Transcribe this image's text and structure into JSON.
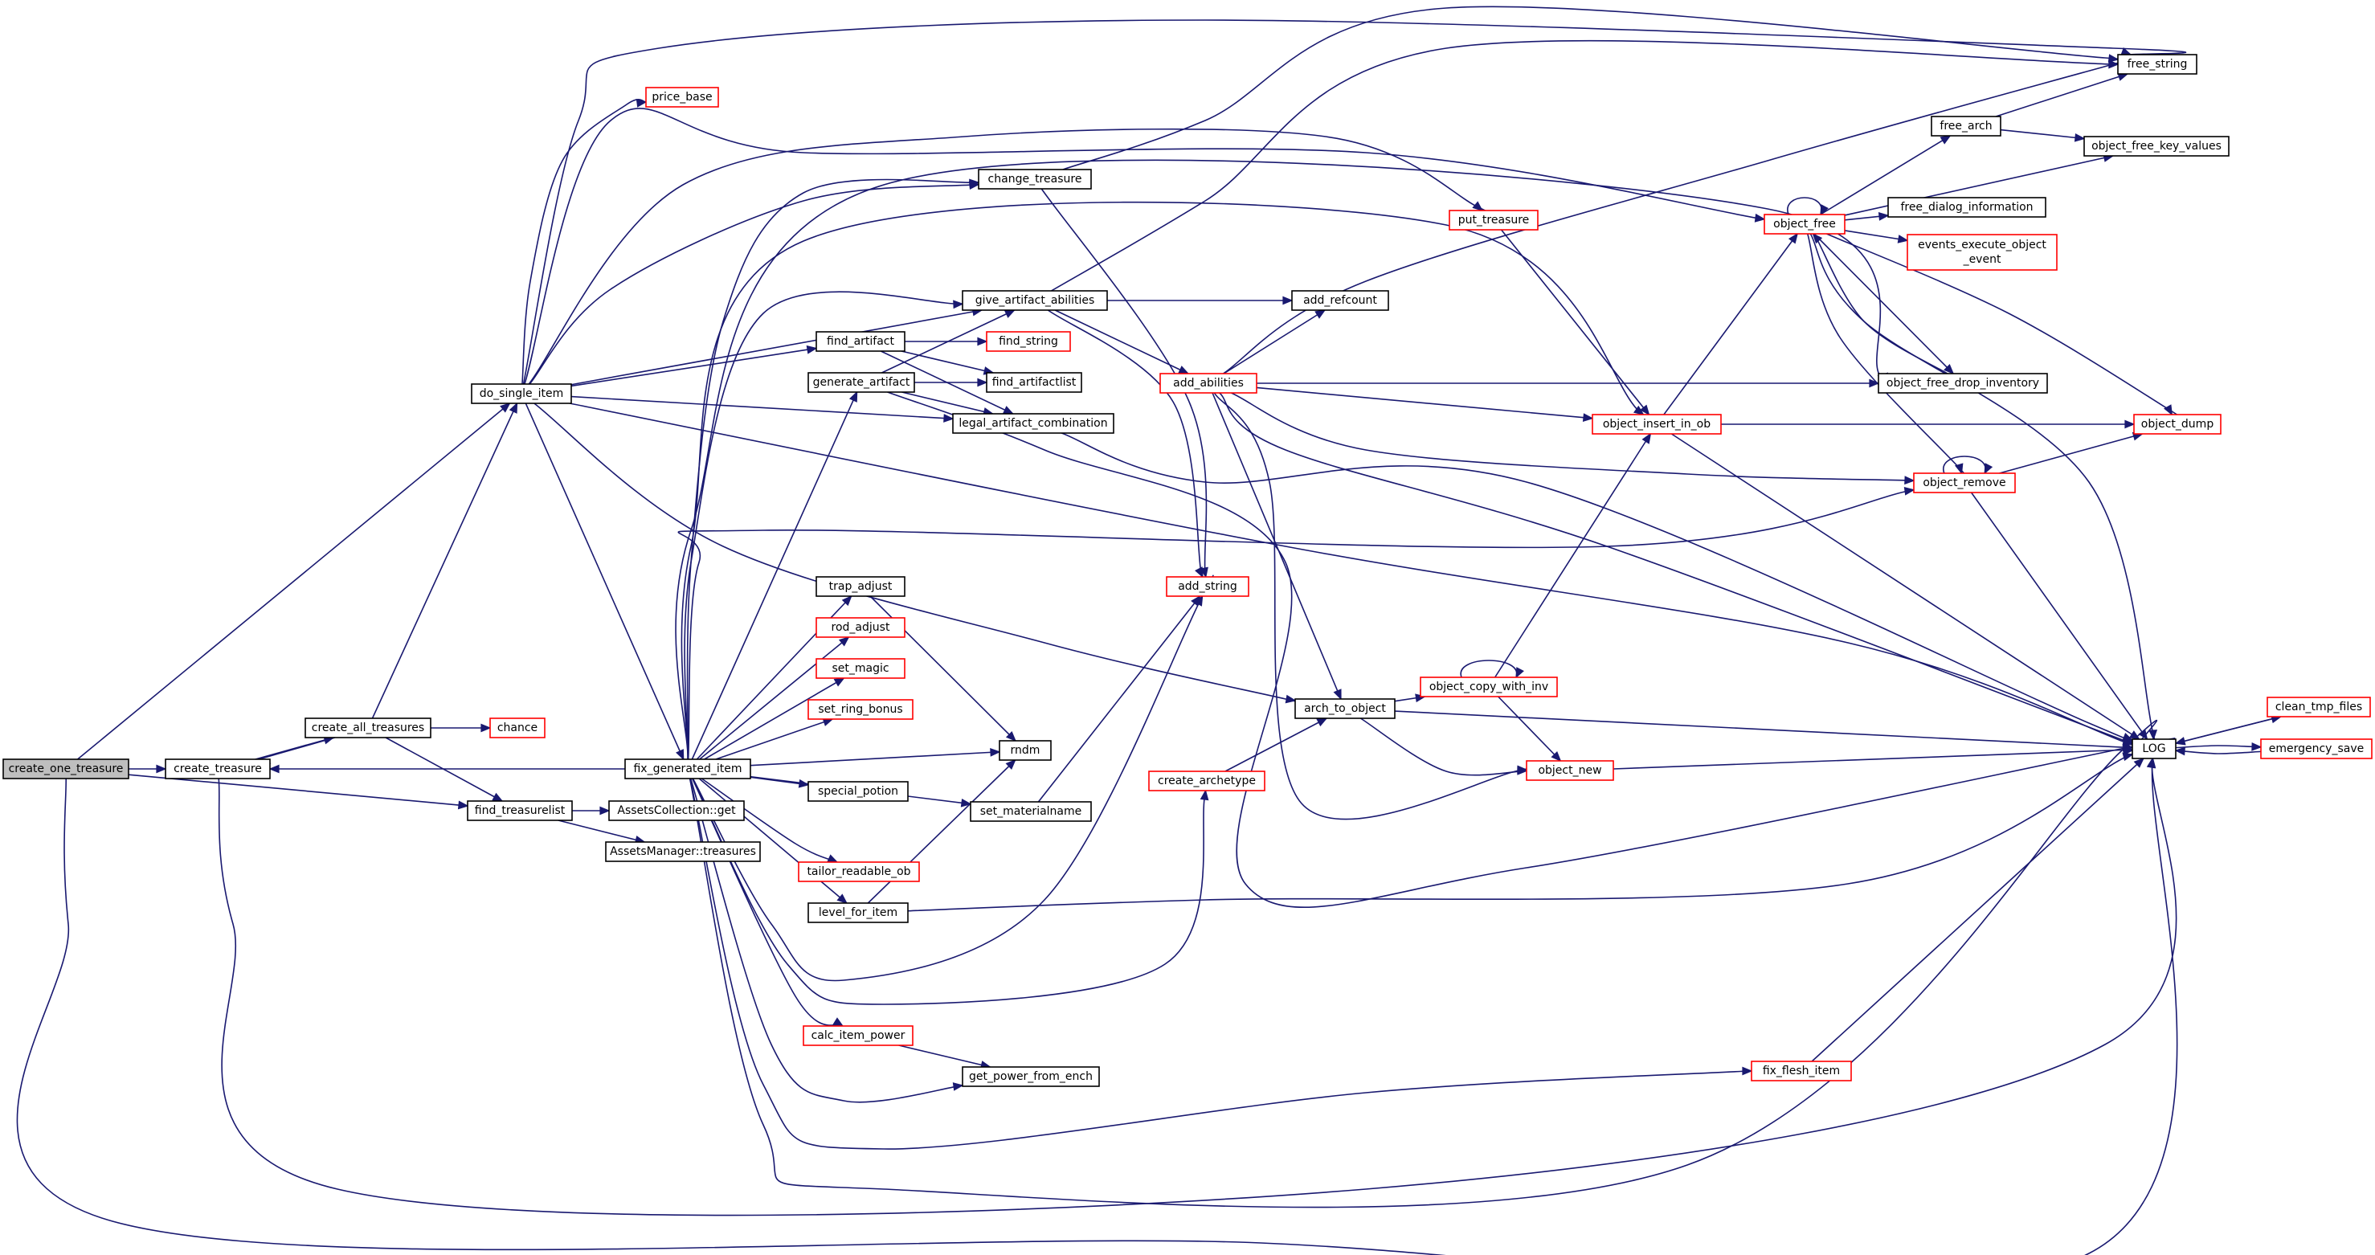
{
  "diagram": {
    "kind": "call-graph",
    "colors": {
      "edge": "#191970",
      "node_border_default": "#000000",
      "node_border_incomplete": "#ff0000",
      "node_fill": "#ffffff",
      "focus_fill": "#bfbfbf"
    },
    "nodes": [
      {
        "id": "create_one_treasure",
        "lines": [
          "create_one_treasure"
        ],
        "style": "focus"
      },
      {
        "id": "create_treasure",
        "lines": [
          "create_treasure"
        ],
        "style": "normal"
      },
      {
        "id": "create_all_treasures",
        "lines": [
          "create_all_treasures"
        ],
        "style": "normal"
      },
      {
        "id": "chance",
        "lines": [
          "chance"
        ],
        "style": "red"
      },
      {
        "id": "do_single_item",
        "lines": [
          "do_single_item"
        ],
        "style": "normal"
      },
      {
        "id": "price_base",
        "lines": [
          "price_base"
        ],
        "style": "red"
      },
      {
        "id": "find_treasurelist",
        "lines": [
          "find_treasurelist"
        ],
        "style": "normal"
      },
      {
        "id": "AssetsCollection_get",
        "lines": [
          "AssetsCollection::get"
        ],
        "style": "normal"
      },
      {
        "id": "AssetsManager_treasures",
        "lines": [
          "AssetsManager::treasures"
        ],
        "style": "normal"
      },
      {
        "id": "fix_generated_item",
        "lines": [
          "fix_generated_item"
        ],
        "style": "normal"
      },
      {
        "id": "change_treasure",
        "lines": [
          "change_treasure"
        ],
        "style": "normal"
      },
      {
        "id": "give_artifact_abilities",
        "lines": [
          "give_artifact_abilities"
        ],
        "style": "normal"
      },
      {
        "id": "find_artifact",
        "lines": [
          "find_artifact"
        ],
        "style": "normal"
      },
      {
        "id": "generate_artifact",
        "lines": [
          "generate_artifact"
        ],
        "style": "normal"
      },
      {
        "id": "legal_artifact_combination",
        "lines": [
          "legal_artifact_combination"
        ],
        "style": "normal"
      },
      {
        "id": "find_string",
        "lines": [
          "find_string"
        ],
        "style": "red"
      },
      {
        "id": "find_artifactlist",
        "lines": [
          "find_artifactlist"
        ],
        "style": "normal"
      },
      {
        "id": "trap_adjust",
        "lines": [
          "trap_adjust"
        ],
        "style": "normal"
      },
      {
        "id": "rod_adjust",
        "lines": [
          "rod_adjust"
        ],
        "style": "red"
      },
      {
        "id": "set_magic",
        "lines": [
          "set_magic"
        ],
        "style": "red"
      },
      {
        "id": "set_ring_bonus",
        "lines": [
          "set_ring_bonus"
        ],
        "style": "red"
      },
      {
        "id": "rndm",
        "lines": [
          "rndm"
        ],
        "style": "normal"
      },
      {
        "id": "special_potion",
        "lines": [
          "special_potion"
        ],
        "style": "normal"
      },
      {
        "id": "set_materialname",
        "lines": [
          "set_materialname"
        ],
        "style": "normal"
      },
      {
        "id": "tailor_readable_ob",
        "lines": [
          "tailor_readable_ob"
        ],
        "style": "red"
      },
      {
        "id": "level_for_item",
        "lines": [
          "level_for_item"
        ],
        "style": "normal"
      },
      {
        "id": "calc_item_power",
        "lines": [
          "calc_item_power"
        ],
        "style": "red"
      },
      {
        "id": "get_power_from_ench",
        "lines": [
          "get_power_from_ench"
        ],
        "style": "normal"
      },
      {
        "id": "put_treasure",
        "lines": [
          "put_treasure"
        ],
        "style": "red"
      },
      {
        "id": "add_refcount",
        "lines": [
          "add_refcount"
        ],
        "style": "normal"
      },
      {
        "id": "add_abilities",
        "lines": [
          "add_abilities"
        ],
        "style": "red"
      },
      {
        "id": "add_string",
        "lines": [
          "add_string"
        ],
        "style": "red"
      },
      {
        "id": "create_archetype",
        "lines": [
          "create_archetype"
        ],
        "style": "red"
      },
      {
        "id": "arch_to_object",
        "lines": [
          "arch_to_object"
        ],
        "style": "normal"
      },
      {
        "id": "object_copy_with_inv",
        "lines": [
          "object_copy_with_inv"
        ],
        "style": "red"
      },
      {
        "id": "object_new",
        "lines": [
          "object_new"
        ],
        "style": "red"
      },
      {
        "id": "object_insert_in_ob",
        "lines": [
          "object_insert_in_ob"
        ],
        "style": "red"
      },
      {
        "id": "object_free",
        "lines": [
          "object_free"
        ],
        "style": "red"
      },
      {
        "id": "object_free_drop_inventory",
        "lines": [
          "object_free_drop_inventory"
        ],
        "style": "normal"
      },
      {
        "id": "object_remove",
        "lines": [
          "object_remove"
        ],
        "style": "red"
      },
      {
        "id": "object_dump",
        "lines": [
          "object_dump"
        ],
        "style": "red"
      },
      {
        "id": "fix_flesh_item",
        "lines": [
          "fix_flesh_item"
        ],
        "style": "red"
      },
      {
        "id": "free_string",
        "lines": [
          "free_string"
        ],
        "style": "normal"
      },
      {
        "id": "free_arch",
        "lines": [
          "free_arch"
        ],
        "style": "normal"
      },
      {
        "id": "object_free_key_values",
        "lines": [
          "object_free_key_values"
        ],
        "style": "normal"
      },
      {
        "id": "free_dialog_information",
        "lines": [
          "free_dialog_information"
        ],
        "style": "normal"
      },
      {
        "id": "events_execute_object_event",
        "lines": [
          "events_execute_object",
          "_event"
        ],
        "style": "red"
      },
      {
        "id": "LOG",
        "lines": [
          "LOG"
        ],
        "style": "normal"
      },
      {
        "id": "clean_tmp_files",
        "lines": [
          "clean_tmp_files"
        ],
        "style": "red"
      },
      {
        "id": "emergency_save",
        "lines": [
          "emergency_save"
        ],
        "style": "red"
      }
    ],
    "edges": [
      [
        "create_one_treasure",
        "create_treasure"
      ],
      [
        "create_one_treasure",
        "do_single_item"
      ],
      [
        "create_one_treasure",
        "find_treasurelist"
      ],
      [
        "create_one_treasure",
        "LOG"
      ],
      [
        "create_treasure",
        "create_all_treasures"
      ],
      [
        "create_treasure",
        "LOG"
      ],
      [
        "create_all_treasures",
        "create_treasure"
      ],
      [
        "create_all_treasures",
        "chance"
      ],
      [
        "create_all_treasures",
        "do_single_item"
      ],
      [
        "create_all_treasures",
        "find_treasurelist"
      ],
      [
        "do_single_item",
        "price_base"
      ],
      [
        "do_single_item",
        "free_string"
      ],
      [
        "do_single_item",
        "object_free"
      ],
      [
        "do_single_item",
        "change_treasure"
      ],
      [
        "do_single_item",
        "put_treasure"
      ],
      [
        "do_single_item",
        "give_artifact_abilities"
      ],
      [
        "do_single_item",
        "find_artifact"
      ],
      [
        "do_single_item",
        "legal_artifact_combination"
      ],
      [
        "do_single_item",
        "arch_to_object"
      ],
      [
        "do_single_item",
        "LOG"
      ],
      [
        "do_single_item",
        "fix_generated_item"
      ],
      [
        "find_treasurelist",
        "AssetsCollection_get"
      ],
      [
        "find_treasurelist",
        "AssetsManager_treasures"
      ],
      [
        "fix_generated_item",
        "create_treasure"
      ],
      [
        "fix_generated_item",
        "change_treasure"
      ],
      [
        "fix_generated_item",
        "give_artifact_abilities"
      ],
      [
        "fix_generated_item",
        "generate_artifact"
      ],
      [
        "fix_generated_item",
        "trap_adjust"
      ],
      [
        "fix_generated_item",
        "rod_adjust"
      ],
      [
        "fix_generated_item",
        "set_magic"
      ],
      [
        "fix_generated_item",
        "set_ring_bonus"
      ],
      [
        "fix_generated_item",
        "rndm"
      ],
      [
        "fix_generated_item",
        "special_potion"
      ],
      [
        "fix_generated_item",
        "set_materialname"
      ],
      [
        "fix_generated_item",
        "tailor_readable_ob"
      ],
      [
        "fix_generated_item",
        "level_for_item"
      ],
      [
        "fix_generated_item",
        "calc_item_power"
      ],
      [
        "fix_generated_item",
        "get_power_from_ench"
      ],
      [
        "fix_generated_item",
        "add_string"
      ],
      [
        "fix_generated_item",
        "create_archetype"
      ],
      [
        "fix_generated_item",
        "object_insert_in_ob"
      ],
      [
        "fix_generated_item",
        "object_free_drop_inventory"
      ],
      [
        "fix_generated_item",
        "object_remove"
      ],
      [
        "fix_generated_item",
        "fix_flesh_item"
      ],
      [
        "fix_generated_item",
        "LOG"
      ],
      [
        "change_treasure",
        "free_string"
      ],
      [
        "change_treasure",
        "add_string"
      ],
      [
        "give_artifact_abilities",
        "free_string"
      ],
      [
        "give_artifact_abilities",
        "add_refcount"
      ],
      [
        "give_artifact_abilities",
        "add_abilities"
      ],
      [
        "give_artifact_abilities",
        "add_string"
      ],
      [
        "find_artifact",
        "find_string"
      ],
      [
        "find_artifact",
        "find_artifactlist"
      ],
      [
        "find_artifact",
        "legal_artifact_combination"
      ],
      [
        "generate_artifact",
        "give_artifact_abilities"
      ],
      [
        "generate_artifact",
        "find_artifactlist"
      ],
      [
        "generate_artifact",
        "legal_artifact_combination"
      ],
      [
        "generate_artifact",
        "LOG"
      ],
      [
        "legal_artifact_combination",
        "LOG"
      ],
      [
        "trap_adjust",
        "rndm"
      ],
      [
        "set_materialname",
        "add_string"
      ],
      [
        "level_for_item",
        "rndm"
      ],
      [
        "level_for_item",
        "LOG"
      ],
      [
        "calc_item_power",
        "get_power_from_ench"
      ],
      [
        "put_treasure",
        "object_insert_in_ob"
      ],
      [
        "add_abilities",
        "free_string"
      ],
      [
        "add_abilities",
        "add_refcount"
      ],
      [
        "add_abilities",
        "object_insert_in_ob"
      ],
      [
        "add_abilities",
        "object_free_drop_inventory"
      ],
      [
        "add_abilities",
        "object_remove"
      ],
      [
        "add_abilities",
        "arch_to_object"
      ],
      [
        "add_abilities",
        "object_new"
      ],
      [
        "add_abilities",
        "LOG"
      ],
      [
        "create_archetype",
        "arch_to_object"
      ],
      [
        "arch_to_object",
        "object_copy_with_inv"
      ],
      [
        "arch_to_object",
        "object_new"
      ],
      [
        "arch_to_object",
        "LOG"
      ],
      [
        "object_copy_with_inv",
        "object_copy_with_inv"
      ],
      [
        "object_copy_with_inv",
        "object_insert_in_ob"
      ],
      [
        "object_copy_with_inv",
        "object_new"
      ],
      [
        "object_new",
        "LOG"
      ],
      [
        "object_insert_in_ob",
        "object_free"
      ],
      [
        "object_insert_in_ob",
        "object_dump"
      ],
      [
        "object_insert_in_ob",
        "LOG"
      ],
      [
        "object_free",
        "object_free"
      ],
      [
        "object_free",
        "free_arch"
      ],
      [
        "object_free",
        "object_free_key_values"
      ],
      [
        "object_free",
        "free_dialog_information"
      ],
      [
        "object_free",
        "events_execute_object_event"
      ],
      [
        "object_free",
        "object_free_drop_inventory"
      ],
      [
        "object_free",
        "object_remove"
      ],
      [
        "object_free",
        "object_dump"
      ],
      [
        "object_free",
        "LOG"
      ],
      [
        "object_free_drop_inventory",
        "object_free"
      ],
      [
        "object_remove",
        "object_remove"
      ],
      [
        "object_remove",
        "object_dump"
      ],
      [
        "object_remove",
        "LOG"
      ],
      [
        "fix_flesh_item",
        "LOG"
      ],
      [
        "free_arch",
        "free_string"
      ],
      [
        "free_arch",
        "object_free_key_values"
      ],
      [
        "LOG",
        "clean_tmp_files"
      ],
      [
        "LOG",
        "emergency_save"
      ],
      [
        "emergency_save",
        "LOG"
      ],
      [
        "clean_tmp_files",
        "LOG"
      ]
    ]
  }
}
